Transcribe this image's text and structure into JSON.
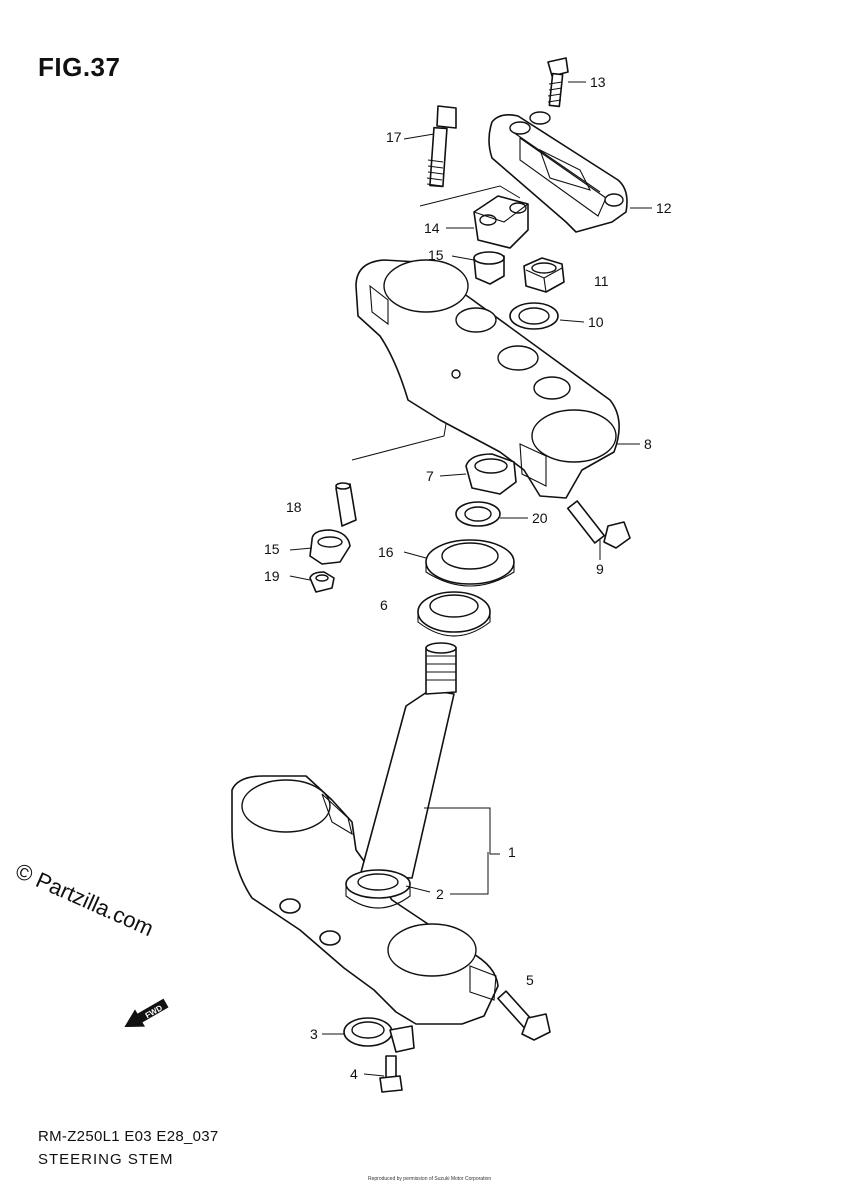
{
  "figure": {
    "title": "FIG.37",
    "model_code": "RM-Z250L1 E03 E28_037",
    "assembly_name": "STEERING STEM",
    "watermark": "© Partzilla.com",
    "footer_fine_print": "Reproduced by permission of Suzuki Motor Corporation"
  },
  "callouts": [
    "1",
    "2",
    "3",
    "4",
    "5",
    "6",
    "7",
    "8",
    "9",
    "10",
    "11",
    "12",
    "13",
    "14",
    "15",
    "16",
    "18",
    "15",
    "19",
    "20",
    "17"
  ],
  "icons": {
    "front_arrow": "fwd-arrow-icon",
    "front_arrow_label": "FWD"
  }
}
